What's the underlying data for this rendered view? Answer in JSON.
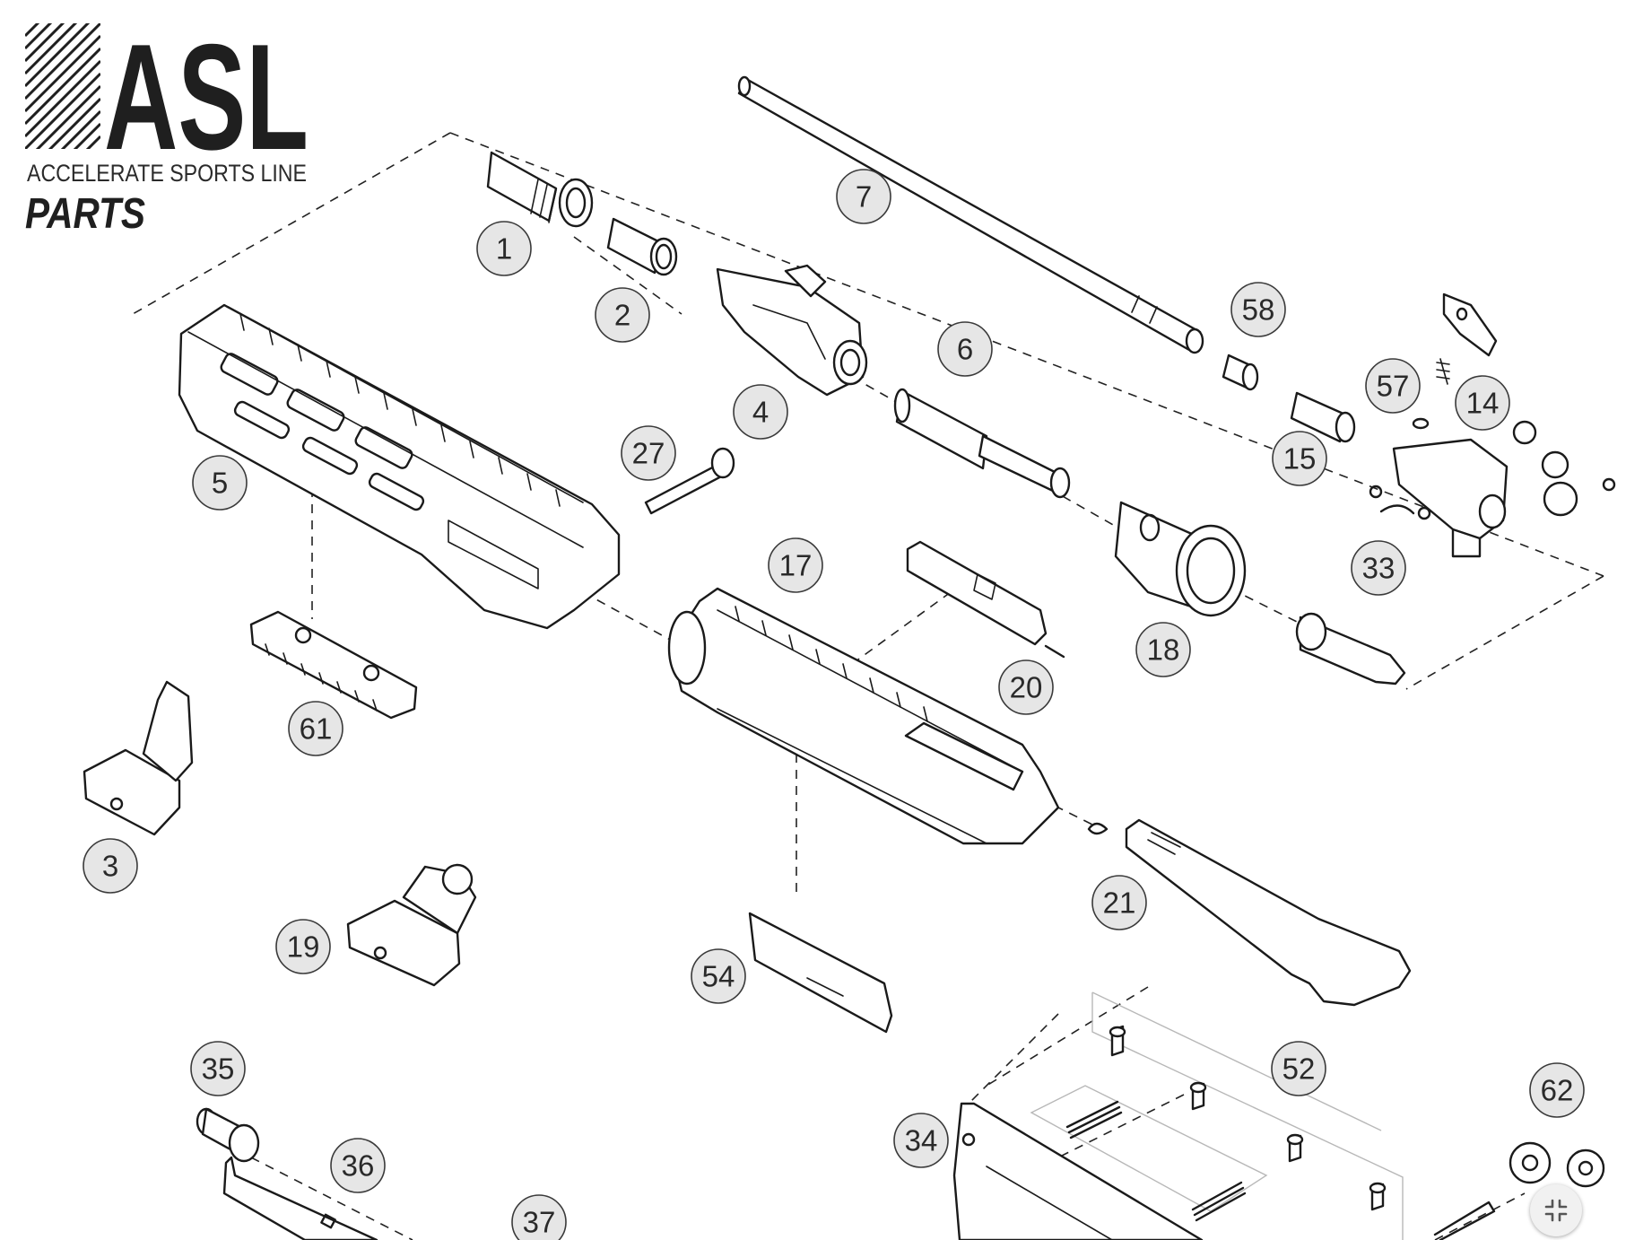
{
  "brand": {
    "logo_text": "ASL",
    "tagline": "ACCELERATE SPORTS LINE",
    "section_title": "PARTS"
  },
  "callouts": [
    "1",
    "2",
    "3",
    "4",
    "5",
    "6",
    "7",
    "14",
    "15",
    "17",
    "18",
    "19",
    "20",
    "21",
    "27",
    "33",
    "34",
    "35",
    "36",
    "37",
    "52",
    "54",
    "57",
    "58",
    "61",
    "62"
  ],
  "controls": {
    "collapse_icon": "collapse-arrows-icon"
  },
  "colors": {
    "callout_fill": "#e6e6e6",
    "line": "#1a1a1a"
  }
}
